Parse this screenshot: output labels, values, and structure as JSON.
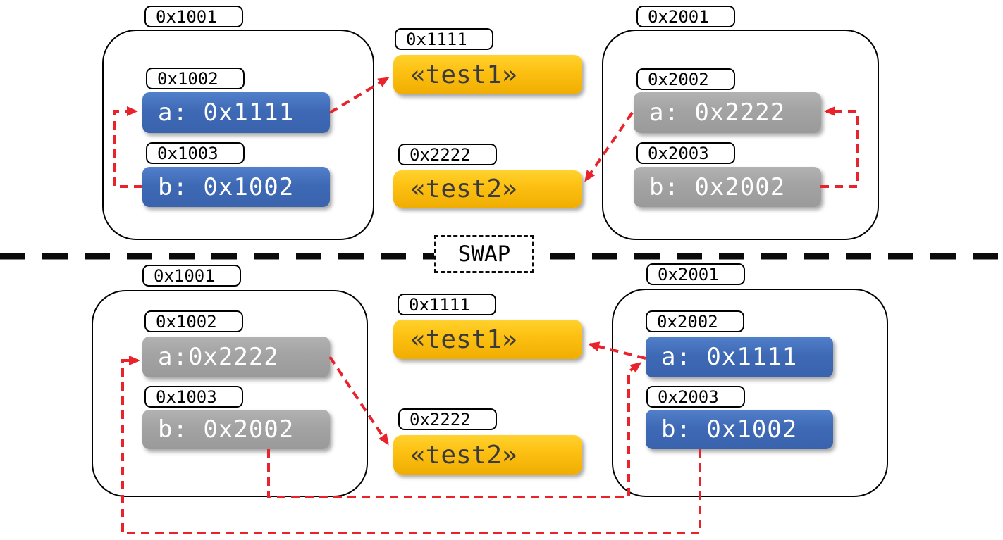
{
  "divider": {
    "label": "SWAP"
  },
  "colors": {
    "pointer_red": "#e8232b",
    "slot_blue": "#3e69b5",
    "slot_gray": "#a3a3a3",
    "heap_yellow": "#fdc113",
    "outline_black": "#000000"
  },
  "before": {
    "stack_left": {
      "address": "0x1001",
      "vars": [
        {
          "address": "0x1002",
          "value": "a: 0x1111",
          "style": "blue"
        },
        {
          "address": "0x1003",
          "value": "b: 0x1002",
          "style": "blue"
        }
      ]
    },
    "heap": {
      "objects": [
        {
          "address": "0x1111",
          "value": "«test1»"
        },
        {
          "address": "0x2222",
          "value": "«test2»"
        }
      ]
    },
    "stack_right": {
      "address": "0x2001",
      "vars": [
        {
          "address": "0x2002",
          "value": "a: 0x2222",
          "style": "gray"
        },
        {
          "address": "0x2003",
          "value": "b: 0x2002",
          "style": "gray"
        }
      ]
    }
  },
  "after": {
    "stack_left": {
      "address": "0x1001",
      "vars": [
        {
          "address": "0x1002",
          "value": "a:0x2222",
          "style": "gray"
        },
        {
          "address": "0x1003",
          "value": "b: 0x2002",
          "style": "gray"
        }
      ]
    },
    "heap": {
      "objects": [
        {
          "address": "0x1111",
          "value": "«test1»"
        },
        {
          "address": "0x2222",
          "value": "«test2»"
        }
      ]
    },
    "stack_right": {
      "address": "0x2001",
      "vars": [
        {
          "address": "0x2002",
          "value": "a: 0x1111",
          "style": "blue"
        },
        {
          "address": "0x2003",
          "value": "b: 0x1002",
          "style": "blue"
        }
      ]
    }
  }
}
